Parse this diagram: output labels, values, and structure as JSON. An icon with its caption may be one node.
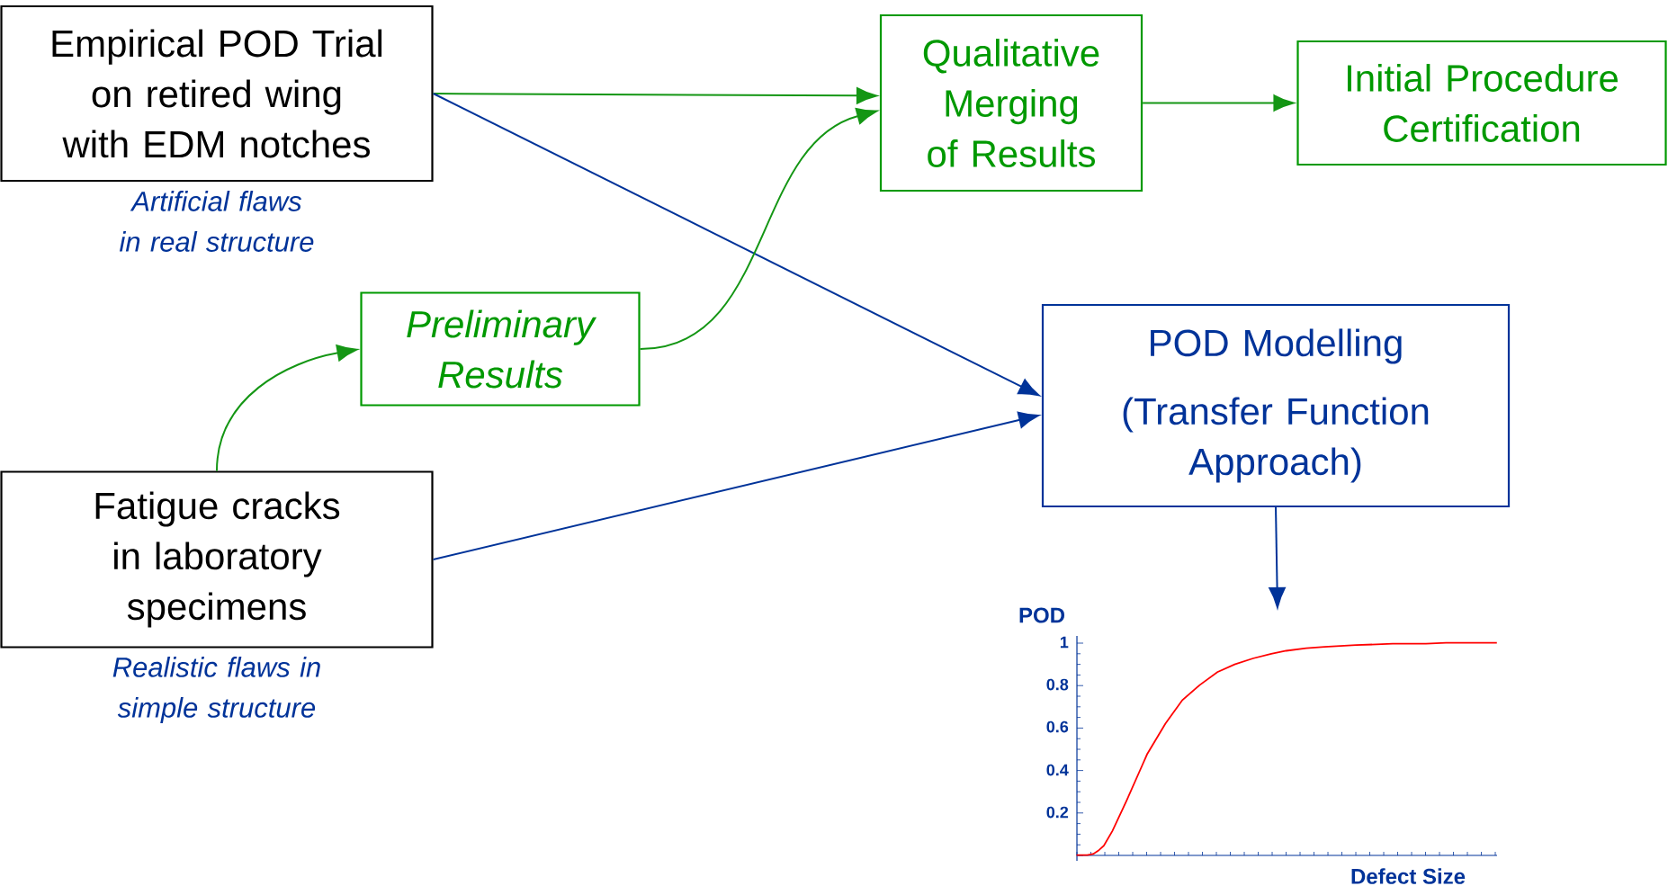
{
  "diagram": {
    "nodes": [
      {
        "text": [
          "Empirical POD Trial on retired wing with EDM notches"
        ],
        "beside": [
          "Artificial flaws in real structure"
        ]
      },
      {
        "text": [
          "Preliminary Results"
        ]
      },
      {
        "text": [
          "Fatigue cracks in laboratory specimens"
        ],
        "beside": [
          "Realistic flaws in simple structure"
        ]
      },
      {
        "text": [
          "Qualitative Merging of Results"
        ]
      },
      {
        "text": [
          "Initial Procedure Certification"
        ]
      },
      {
        "text": [
          "POD Modelling",
          "(Transfer Function Approach)"
        ]
      },
      {
        "text": [],
        "shape": "picture"
      }
    ],
    "edges": [
      {
        "from": 0,
        "to": 3,
        "arrow": "to"
      },
      {
        "from": 0,
        "to": 5,
        "arrow": "to",
        "color": "#003399"
      },
      {
        "from": 2,
        "to": 1,
        "arrow": "to"
      },
      {
        "from": 1,
        "to": 3,
        "arrow": "to"
      },
      {
        "from": 3,
        "to": 4,
        "arrow": "to"
      },
      {
        "from": 2,
        "to": 5,
        "arrow": "to",
        "color": "#003399"
      },
      {
        "from": 5,
        "to": 6,
        "arrow": "to",
        "color": "#003399"
      }
    ],
    "labels": [
      "POD",
      "1",
      "0.8",
      "0.6",
      "0.4",
      "0.2",
      "Defect Size"
    ]
  }
}
